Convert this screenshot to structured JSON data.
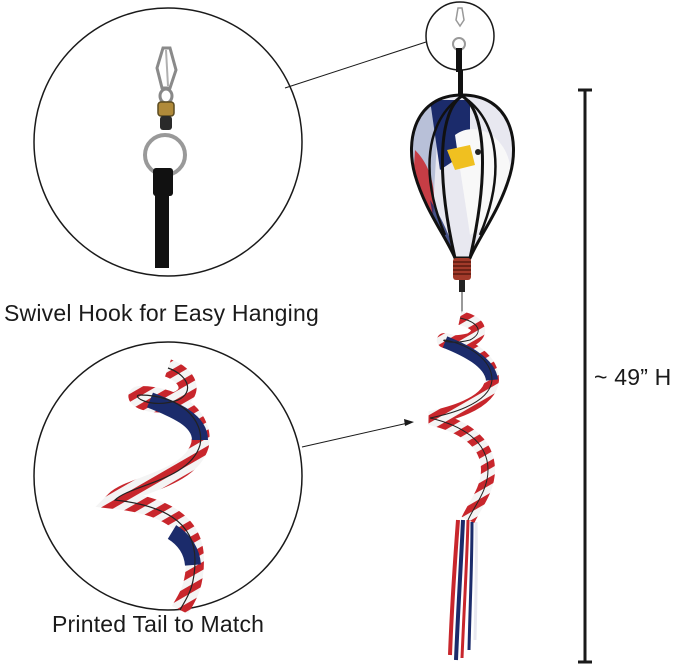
{
  "labels": {
    "hook": "Swivel Hook for Easy Hanging",
    "tail": "Printed Tail to Match",
    "height": "~ 49” H"
  },
  "colors": {
    "line": "#1a1a1a",
    "flag_red": "#c8262c",
    "flag_blue": "#1b2b6b",
    "flag_white": "#f4f4f4",
    "eagle_beak": "#f0c020",
    "spring": "#a23a2a"
  },
  "icons": [
    "swivel-hook-icon",
    "hot-air-balloon-spinner-icon",
    "spiral-tail-icon",
    "height-dimension-bracket-icon"
  ]
}
